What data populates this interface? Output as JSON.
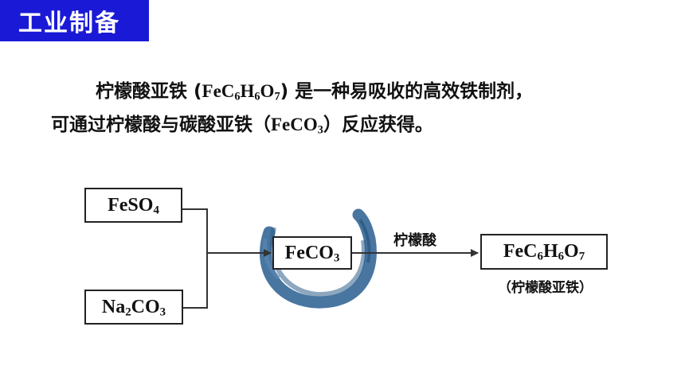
{
  "header": {
    "title": "工业制备"
  },
  "intro": {
    "line1": {
      "before": "柠檬酸亚铁 (",
      "formula": [
        {
          "t": "FeC"
        },
        {
          "s": "6"
        },
        {
          "t": "H"
        },
        {
          "s": "6"
        },
        {
          "t": "O"
        },
        {
          "s": "7"
        }
      ],
      "after": ") 是一种易吸收的高效铁制剂，"
    },
    "line2": {
      "before": "可通过柠檬酸与碳酸亚铁（",
      "formula": [
        {
          "t": "FeCO"
        },
        {
          "s": "3"
        }
      ],
      "after": "）反应获得。"
    }
  },
  "diagram": {
    "reactant1": [
      {
        "t": "FeSO"
      },
      {
        "s": "4"
      }
    ],
    "reactant2": [
      {
        "t": "Na"
      },
      {
        "s": "2"
      },
      {
        "t": "CO"
      },
      {
        "s": "3"
      }
    ],
    "intermediate": [
      {
        "t": "FeCO"
      },
      {
        "s": "3"
      }
    ],
    "reagent_label": "柠檬酸",
    "product": [
      {
        "t": "FeC"
      },
      {
        "s": "6"
      },
      {
        "t": "H"
      },
      {
        "s": "6"
      },
      {
        "t": "O"
      },
      {
        "s": "7"
      }
    ],
    "product_name": "（柠檬酸亚铁）",
    "colors": {
      "ring": "#3e6f9c",
      "title_bar": "#1a1ad6"
    }
  }
}
